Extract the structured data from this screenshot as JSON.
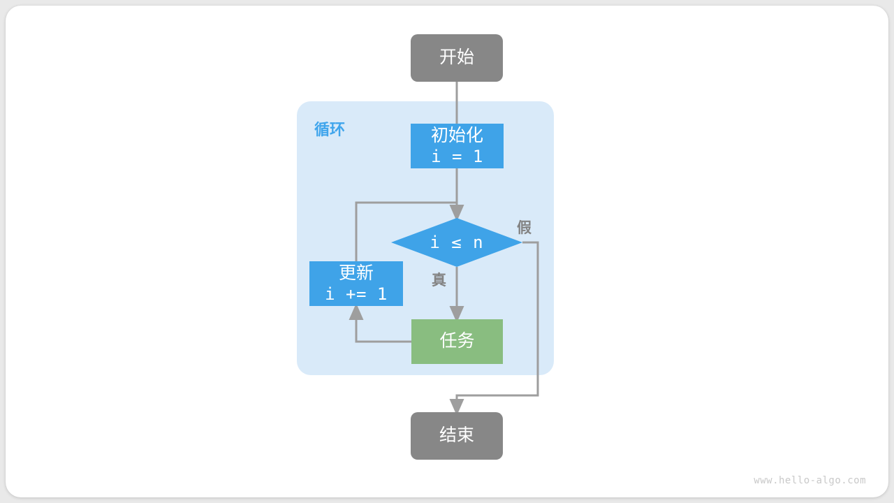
{
  "diagram": {
    "title_watermark": "www.hello-algo.com",
    "colors": {
      "terminal": "#878787",
      "process": "#3fa3e8",
      "task": "#89bd80",
      "loop_container": "#d9eaf9",
      "loop_label": "#40a5ec",
      "edge": "#9e9e9e",
      "edge_label": "#838383",
      "card": "#ffffff",
      "page_background": "#e9e9e9"
    },
    "loop": {
      "label": "循环"
    },
    "nodes": {
      "start": {
        "label": "开始",
        "shape": "terminal"
      },
      "init": {
        "label": "初始化",
        "expression": "i = 1",
        "shape": "process"
      },
      "decision": {
        "label": "i ≤ n",
        "shape": "diamond"
      },
      "update": {
        "label": "更新",
        "expression": "i += 1",
        "shape": "process"
      },
      "task": {
        "label": "任务",
        "shape": "process"
      },
      "end": {
        "label": "结束",
        "shape": "terminal"
      }
    },
    "edge_labels": {
      "true": "真",
      "false": "假"
    }
  }
}
